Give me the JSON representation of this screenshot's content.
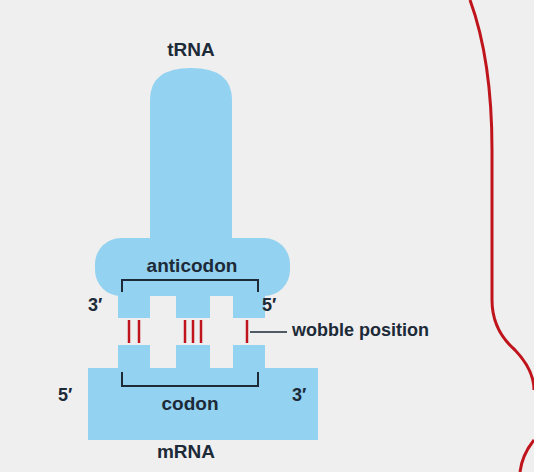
{
  "diagram": {
    "nodes": [
      {
        "text": [
          "tRNA",
          "anticodon"
        ]
      },
      {
        "text": [
          "codon",
          "mRNA"
        ]
      }
    ],
    "labels": [
      "3′",
      "5′",
      "wobble position",
      "5′",
      "3′"
    ]
  }
}
